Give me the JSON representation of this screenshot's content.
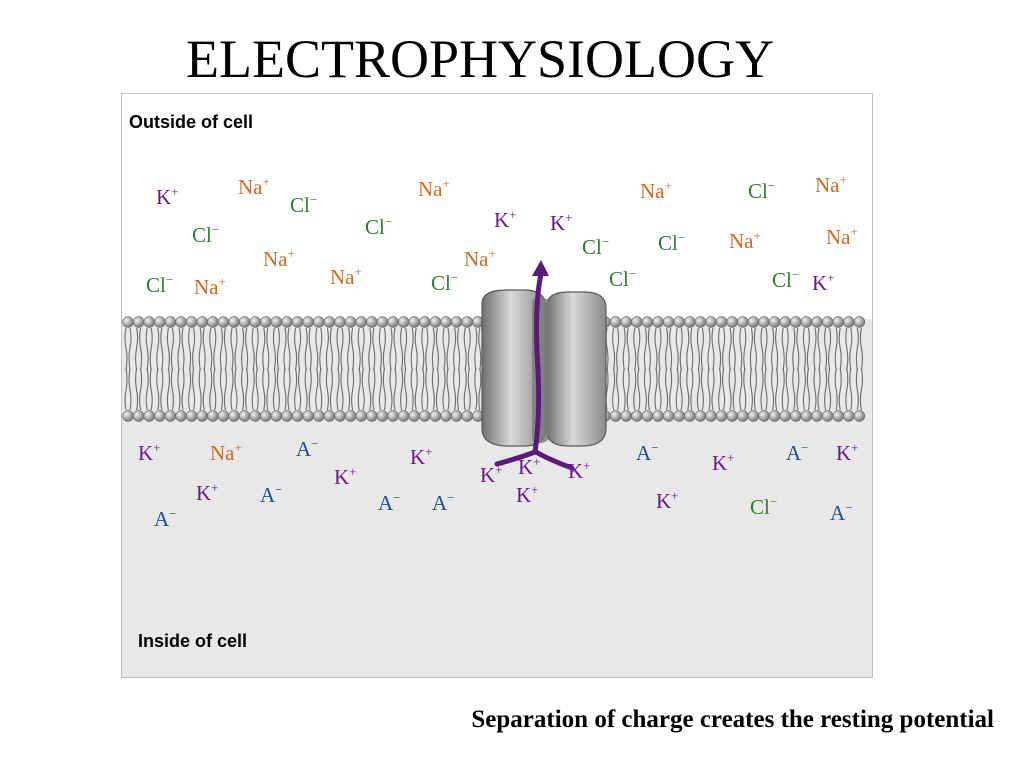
{
  "slide": {
    "title": "ELECTROPHYSIOLOGY",
    "caption": "Separation of charge creates the resting potential"
  },
  "diagram": {
    "outside_label": "Outside of cell",
    "inside_label": "Inside of cell",
    "colors": {
      "K": "#6a1b8a",
      "Na": "#d2691e",
      "Cl": "#2e7d32",
      "A": "#1f4e99",
      "arrow": "#5b1a78",
      "inside_fill": "#e8e8e8",
      "outside_fill": "#ffffff",
      "channel": "#9a9a9a"
    },
    "ions_outside": [
      {
        "base": "K",
        "charge": "+",
        "color": "K"
      },
      {
        "base": "Na",
        "charge": "+",
        "color": "Na"
      },
      {
        "base": "Cl",
        "charge": "−",
        "color": "Cl"
      },
      {
        "base": "Na",
        "charge": "+",
        "color": "Na"
      },
      {
        "base": "Na",
        "charge": "+",
        "color": "Na"
      },
      {
        "base": "Cl",
        "charge": "−",
        "color": "Cl"
      },
      {
        "base": "Na",
        "charge": "+",
        "color": "Na"
      },
      {
        "base": "Cl",
        "charge": "−",
        "color": "Cl"
      },
      {
        "base": "Cl",
        "charge": "−",
        "color": "Cl"
      },
      {
        "base": "K",
        "charge": "+",
        "color": "K"
      },
      {
        "base": "K",
        "charge": "+",
        "color": "K"
      },
      {
        "base": "Cl",
        "charge": "−",
        "color": "Cl"
      },
      {
        "base": "Cl",
        "charge": "−",
        "color": "Cl"
      },
      {
        "base": "Na",
        "charge": "+",
        "color": "Na"
      },
      {
        "base": "Cl",
        "charge": "−",
        "color": "Cl"
      },
      {
        "base": "Na",
        "charge": "+",
        "color": "Na"
      },
      {
        "base": "Na",
        "charge": "+",
        "color": "Na"
      },
      {
        "base": "Na",
        "charge": "+",
        "color": "Na"
      },
      {
        "base": "Cl",
        "charge": "−",
        "color": "Cl"
      },
      {
        "base": "Na",
        "charge": "+",
        "color": "Na"
      },
      {
        "base": "Cl",
        "charge": "−",
        "color": "Cl"
      },
      {
        "base": "Na",
        "charge": "+",
        "color": "Na"
      },
      {
        "base": "Cl",
        "charge": "−",
        "color": "Cl"
      },
      {
        "base": "K",
        "charge": "+",
        "color": "K"
      }
    ],
    "ions_inside": [
      {
        "base": "K",
        "charge": "+",
        "color": "K"
      },
      {
        "base": "Na",
        "charge": "+",
        "color": "Na"
      },
      {
        "base": "A",
        "charge": "−",
        "color": "A"
      },
      {
        "base": "K",
        "charge": "+",
        "color": "K"
      },
      {
        "base": "K",
        "charge": "+",
        "color": "K"
      },
      {
        "base": "A",
        "charge": "−",
        "color": "A"
      },
      {
        "base": "K",
        "charge": "+",
        "color": "K"
      },
      {
        "base": "K",
        "charge": "+",
        "color": "K"
      },
      {
        "base": "A",
        "charge": "−",
        "color": "A"
      },
      {
        "base": "A",
        "charge": "−",
        "color": "A"
      },
      {
        "base": "A",
        "charge": "−",
        "color": "A"
      },
      {
        "base": "K",
        "charge": "+",
        "color": "K"
      },
      {
        "base": "K",
        "charge": "+",
        "color": "K"
      },
      {
        "base": "K",
        "charge": "+",
        "color": "K"
      },
      {
        "base": "A",
        "charge": "−",
        "color": "A"
      },
      {
        "base": "K",
        "charge": "+",
        "color": "K"
      },
      {
        "base": "A",
        "charge": "−",
        "color": "A"
      },
      {
        "base": "K",
        "charge": "+",
        "color": "K"
      },
      {
        "base": "K",
        "charge": "+",
        "color": "K"
      },
      {
        "base": "Cl",
        "charge": "−",
        "color": "Cl"
      },
      {
        "base": "A",
        "charge": "−",
        "color": "A"
      }
    ]
  }
}
